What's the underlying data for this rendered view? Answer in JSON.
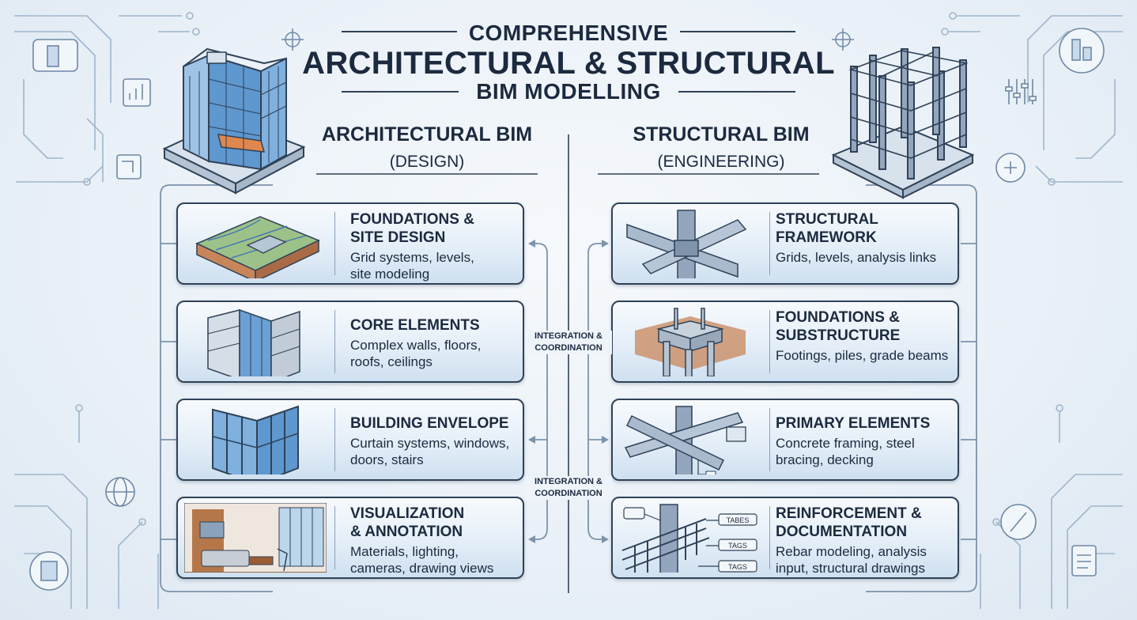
{
  "title": {
    "line1": "COMPREHENSIVE",
    "line2": "ARCHITECTURAL & STRUCTURAL",
    "line3": "BIM MODELLING"
  },
  "architectural": {
    "heading": "ARCHITECTURAL BIM",
    "subheading": "(DESIGN)",
    "cards": [
      {
        "title": "FOUNDATIONS & SITE DESIGN",
        "title_lines": [
          "FOUNDATIONS &",
          "SITE DESIGN"
        ],
        "desc_lines": [
          "Grid systems, levels,",
          "site modeling"
        ],
        "icon": "site-terrain-icon"
      },
      {
        "title": "CORE ELEMENTS",
        "title_lines": [
          "CORE ELEMENTS"
        ],
        "desc_lines": [
          "Complex walls, floors,",
          "roofs, ceilings"
        ],
        "icon": "core-walls-icon"
      },
      {
        "title": "BUILDING ENVELOPE",
        "title_lines": [
          "BUILDING ENVELOPE"
        ],
        "desc_lines": [
          "Curtain systems, windows,",
          "doors, stairs"
        ],
        "icon": "curtain-wall-icon"
      },
      {
        "title": "VISUALIZATION & ANNOTATION",
        "title_lines": [
          "VISUALIZATION",
          "& ANNOTATION"
        ],
        "desc_lines": [
          "Materials, lighting,",
          "cameras, drawing views"
        ],
        "icon": "interior-render-icon"
      }
    ]
  },
  "structural": {
    "heading": "STRUCTURAL BIM",
    "subheading": "(ENGINEERING)",
    "cards": [
      {
        "title": "STRUCTURAL FRAMEWORK",
        "title_lines": [
          "STRUCTURAL",
          "FRAMEWORK"
        ],
        "desc_lines": [
          "Grids, levels, analysis links"
        ],
        "icon": "steel-beam-joint-icon"
      },
      {
        "title": "FOUNDATIONS & SUBSTRUCTURE",
        "title_lines": [
          "FOUNDATIONS &",
          "SUBSTRUCTURE"
        ],
        "desc_lines": [
          "Footings, piles, grade beams"
        ],
        "icon": "pile-footing-icon"
      },
      {
        "title": "PRIMARY ELEMENTS",
        "title_lines": [
          "PRIMARY ELEMENTS"
        ],
        "desc_lines": [
          "Concrete framing, steel",
          "bracing, decking"
        ],
        "icon": "beam-connection-icon"
      },
      {
        "title": "REINFORCEMENT & DOCUMENTATION",
        "title_lines": [
          "REINFORCEMENT &",
          "DOCUMENTATION"
        ],
        "desc_lines": [
          "Rebar modeling, analysis",
          "input, structural drawings"
        ],
        "icon": "rebar-cage-icon",
        "tags": [
          "TABES",
          "TAGS",
          "TAGS"
        ]
      }
    ]
  },
  "integration": [
    {
      "lines": [
        "INTEGRATION &",
        "COORDINATION"
      ]
    },
    {
      "lines": [
        "INTEGRATION &",
        "COORDINATION"
      ]
    }
  ],
  "icons": [
    "glass-building-icon",
    "steel-frame-building-icon",
    "circuit-lines-icon",
    "globe-icon",
    "document-icon",
    "chart-icon",
    "sliders-icon",
    "crosshair-icon"
  ],
  "colors": {
    "ink": "#1c2a3f",
    "line": "#7d93ab",
    "card_top": "#f7fafd",
    "card_bottom": "#cfe0f0",
    "glass": "#5f97cf",
    "accent_orange": "#e0874e",
    "steel": "#93a6bd"
  }
}
